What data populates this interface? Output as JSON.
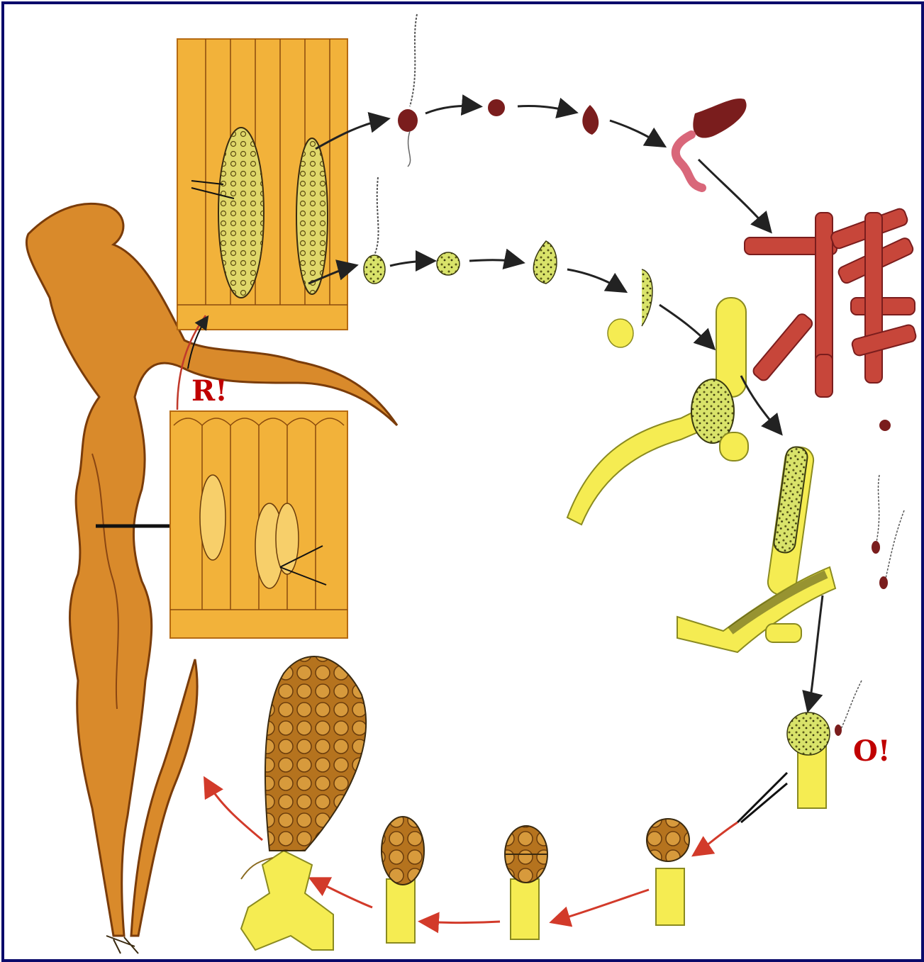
{
  "labels": {
    "r": "R!",
    "o": "O!"
  },
  "colors": {
    "border": "#0b0b6b",
    "label": "#c00000",
    "thallus": "#d98a2b",
    "tissue": "#f2b23a",
    "sporophyte_spores": "#7a1d1d",
    "red_filament": "#c7463a",
    "gametophyte": "#f5ec52",
    "arrow_dark": "#222222",
    "arrow_red": "#d23a2a"
  },
  "icons": {
    "arrows": "curved-arrow",
    "spore": "zoospore-with-flagella"
  }
}
